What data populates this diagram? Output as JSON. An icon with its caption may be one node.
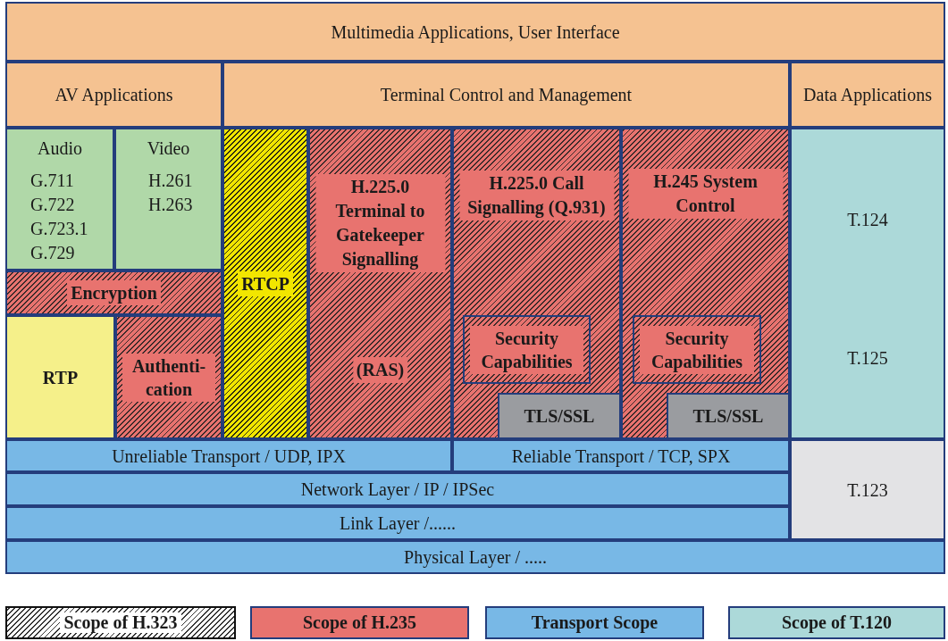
{
  "diagram": {
    "nodes": [
      {
        "text": [
          "Multimedia Applications, User Interface"
        ]
      },
      {
        "text": [
          "AV Applications"
        ]
      },
      {
        "text": [
          "Terminal Control and Management"
        ]
      },
      {
        "text": [
          "Data Applications"
        ]
      },
      {
        "text": [
          "Audio",
          "G.711",
          "G.722",
          "G.723.1",
          "G.729"
        ]
      },
      {
        "text": [
          "Video",
          "H.261",
          "H.263"
        ]
      },
      {
        "text": [
          "Encryption"
        ]
      },
      {
        "text": [
          "RTP"
        ]
      },
      {
        "text": [
          "Authenti-cation"
        ]
      },
      {
        "text": [
          "RTCP"
        ]
      },
      {
        "text": [
          "H.225.0 Terminal to Gatekeeper Signalling",
          "(RAS)"
        ]
      },
      {
        "text": [
          "H.225.0 Call Signalling (Q.931)"
        ]
      },
      {
        "text": [
          "Security Capabilities"
        ],
        "in": 11
      },
      {
        "text": [
          "TLS/SSL"
        ],
        "in": 11
      },
      {
        "text": [
          "H.245 System Control"
        ]
      },
      {
        "text": [
          "Security Capabilities"
        ],
        "in": 14
      },
      {
        "text": [
          "TLS/SSL"
        ],
        "in": 14
      },
      {
        "text": [
          "T.124",
          "T.125"
        ]
      },
      {
        "text": [
          "Unreliable Transport / UDP, IPX"
        ]
      },
      {
        "text": [
          "Reliable Transport / TCP, SPX"
        ]
      },
      {
        "text": [
          "Network Layer / IP / IPSec"
        ]
      },
      {
        "text": [
          "Link Layer /......"
        ]
      },
      {
        "text": [
          "T.123"
        ]
      },
      {
        "text": [
          "Physical Layer / ....."
        ]
      }
    ],
    "legend": [
      {
        "text": "Scope of H.323"
      },
      {
        "text": "Scope of H.235",
        "color": "#e8736f"
      },
      {
        "text": "Transport Scope",
        "color": "#78b8e6"
      },
      {
        "text": "Scope of T.120",
        "color": "#acd9d9"
      }
    ]
  }
}
